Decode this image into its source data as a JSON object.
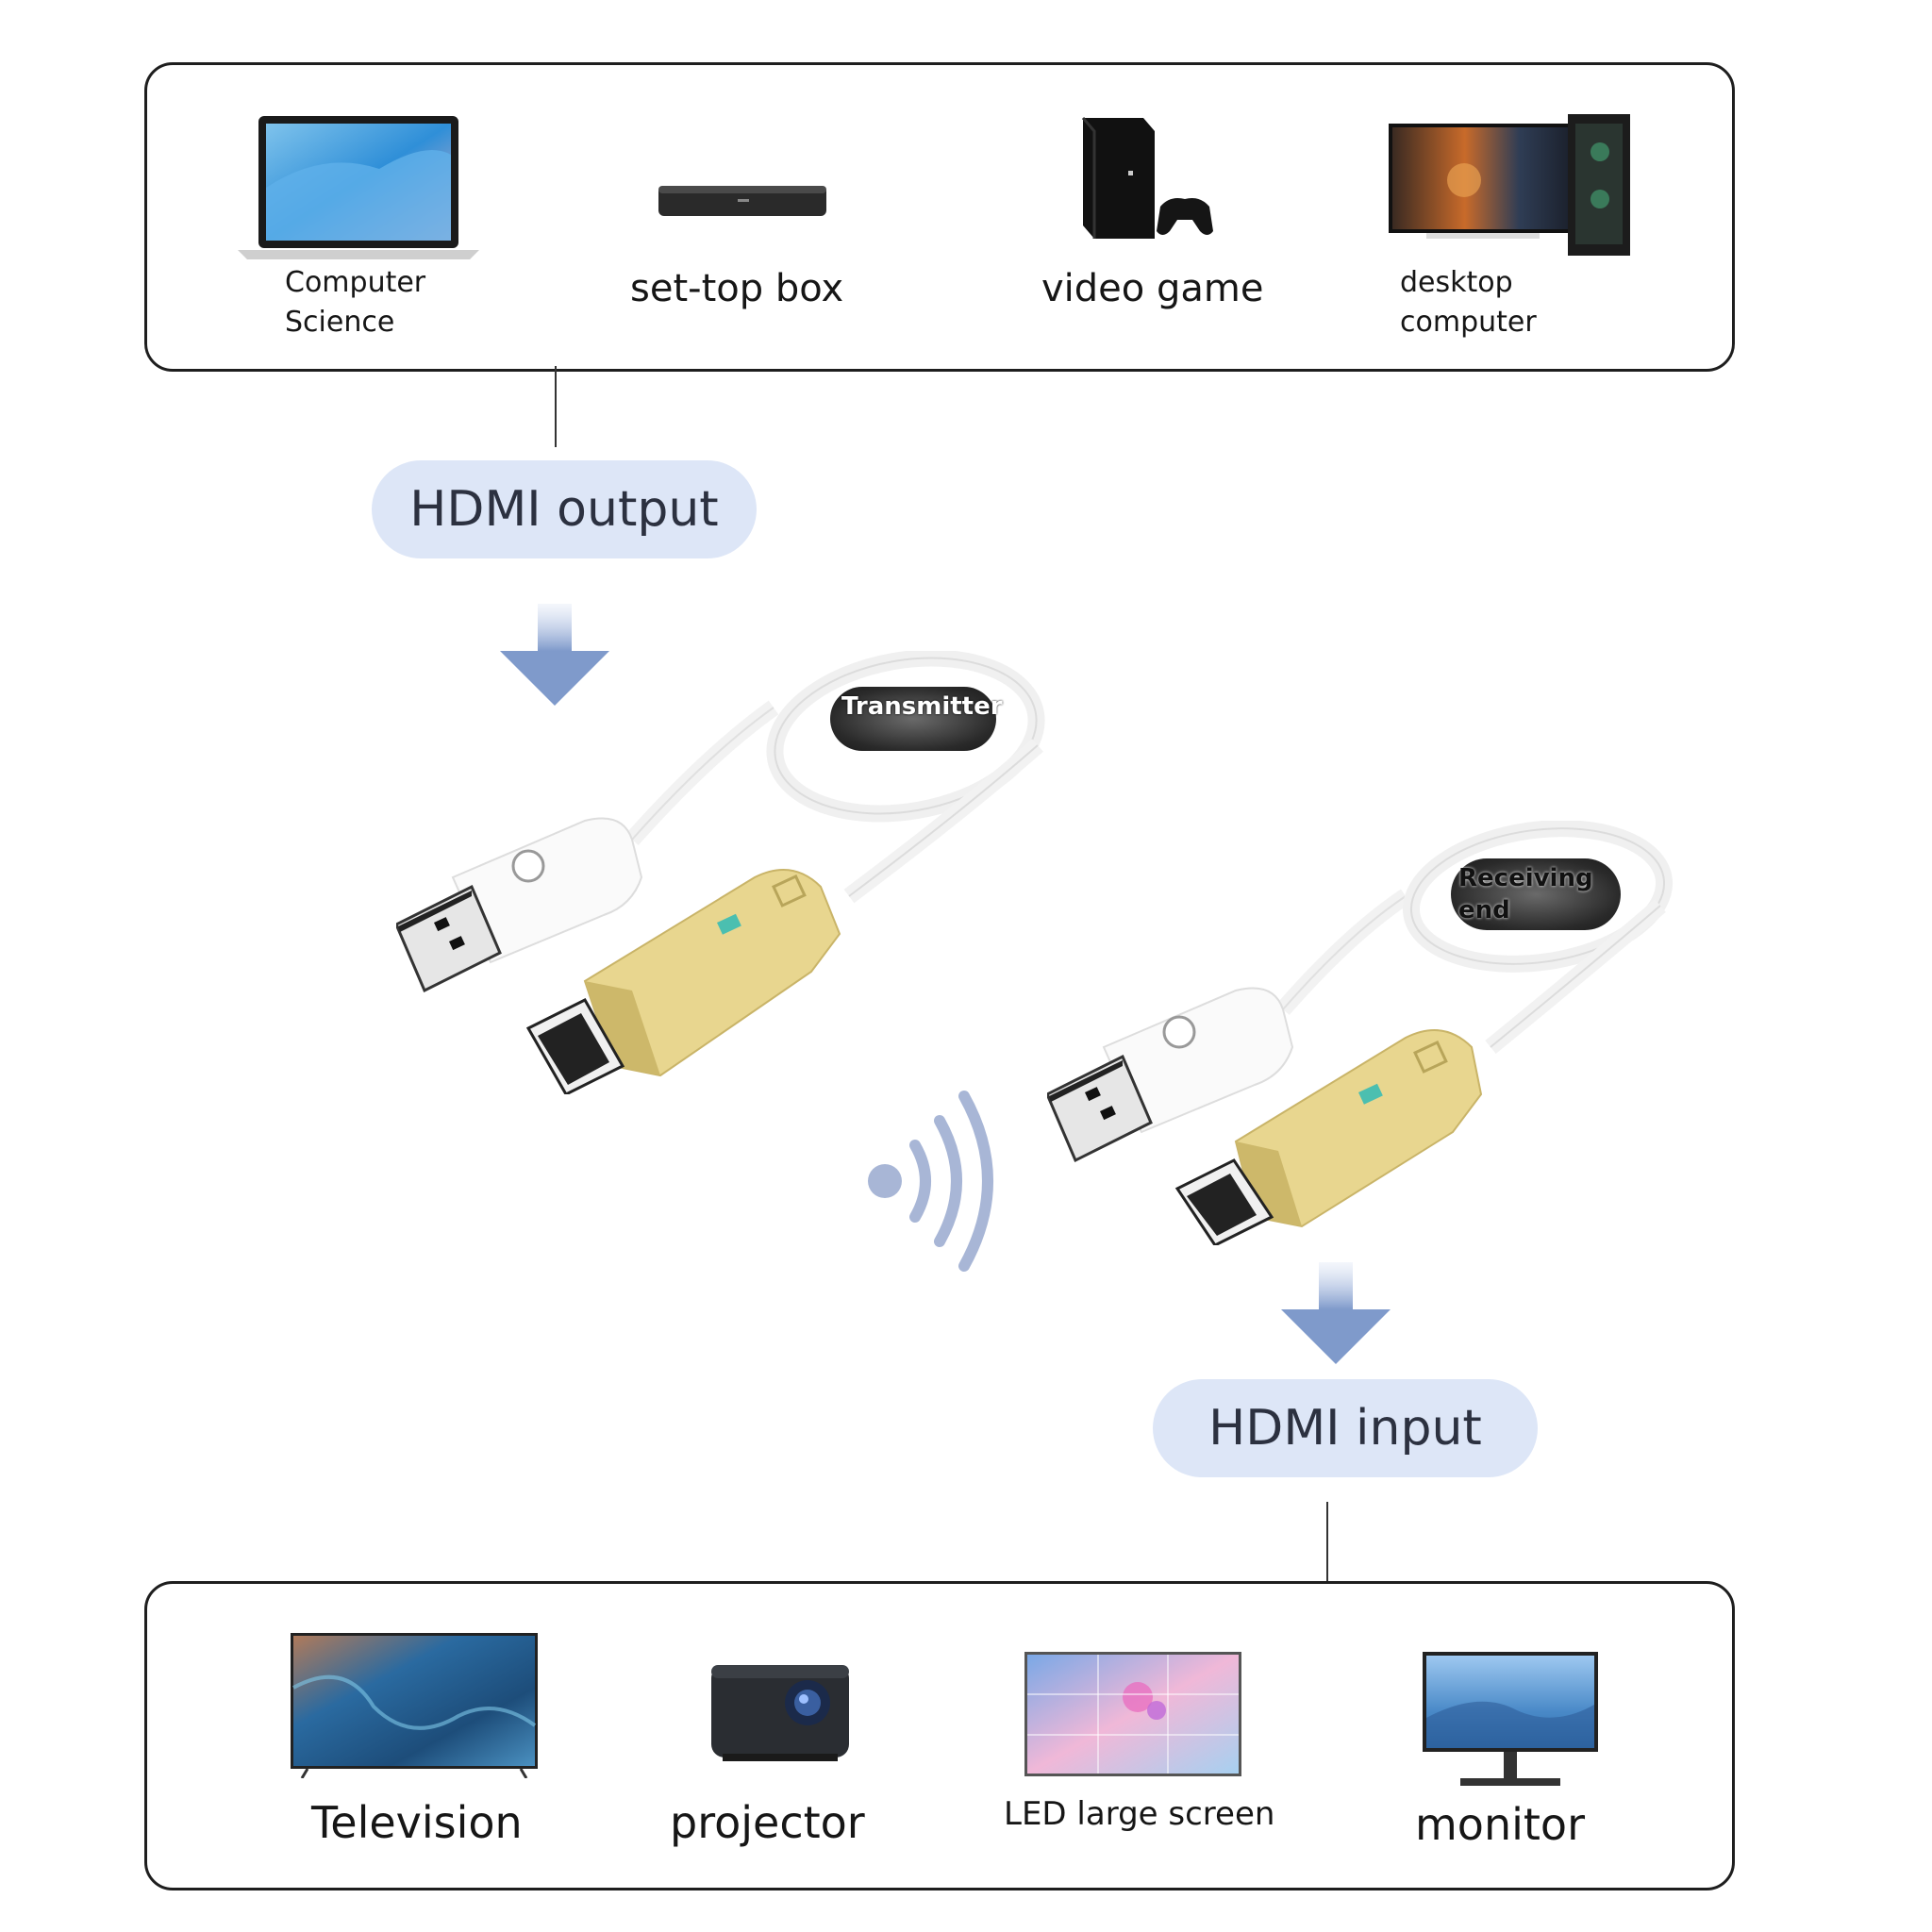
{
  "sources": {
    "items": [
      {
        "label_line1": "Computer",
        "label_line2": "Science",
        "icon": "laptop-icon"
      },
      {
        "label": "set-top box",
        "icon": "set-top-box-icon"
      },
      {
        "label": "video game",
        "icon": "game-console-icon"
      },
      {
        "label_line1": "desktop",
        "label_line2": "computer",
        "icon": "desktop-computer-icon"
      }
    ]
  },
  "flow": {
    "output_label": "HDMI output",
    "input_label": "HDMI input"
  },
  "devices": {
    "transmitter_tag": "Transmitter",
    "receiver_tag_line1": "Receiving",
    "receiver_tag_line2": "end"
  },
  "displays": {
    "items": [
      {
        "label": "Television",
        "icon": "television-icon"
      },
      {
        "label": "projector",
        "icon": "projector-icon"
      },
      {
        "label": "LED large screen",
        "icon": "led-screen-icon"
      },
      {
        "label": "monitor",
        "icon": "monitor-icon"
      }
    ]
  },
  "colors": {
    "pill_bg": "#dde6f7",
    "arrow": "#7f9acb",
    "signal": "#a8b6d6",
    "gold": "#e6d48c",
    "border": "#1e1e1e"
  }
}
